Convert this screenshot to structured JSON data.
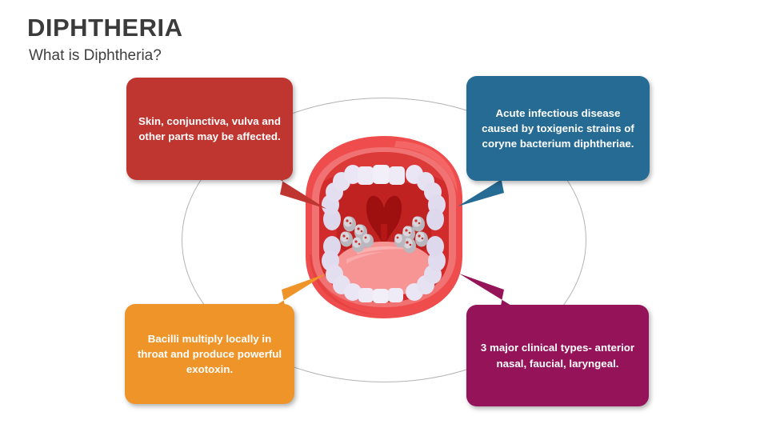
{
  "slide": {
    "title": "DIPHTHERIA",
    "subtitle": "What is Diphtheria?",
    "background_color": "#ffffff",
    "title_color": "#3b3b3b"
  },
  "diagram": {
    "center_graphic": "open-mouth-throat-illustration",
    "center_graphic_parts": [
      "lips",
      "upper-teeth",
      "lower-teeth",
      "tongue",
      "uvula",
      "throat",
      "bacteria-cluster-left",
      "bacteria-cluster-right"
    ],
    "background_shape": "ellipse-outline",
    "background_shape_color": "#b3b3b3",
    "callouts": [
      {
        "id": "skin",
        "text": "Skin, conjunctiva, vulva and other parts may be affected.",
        "color": "#BF3530",
        "position": "top-left",
        "tail_direction": "down-right"
      },
      {
        "id": "acute",
        "text": "Acute infectious disease caused by toxigenic strains of coryne bacterium diphtheriae.",
        "color": "#256B94",
        "position": "top-right",
        "tail_direction": "down-left"
      },
      {
        "id": "bacilli",
        "text": "Bacilli multiply locally in throat and produce powerful exotoxin.",
        "color": "#EF9429",
        "position": "bottom-left",
        "tail_direction": "up-right"
      },
      {
        "id": "types",
        "text": "3 major clinical types- anterior nasal, faucial, laryngeal.",
        "color": "#951359",
        "position": "bottom-right",
        "tail_direction": "up-left"
      }
    ]
  },
  "palette": {
    "lip_outer": "#ef4d4d",
    "lip_inner": "#f07272",
    "mouth_cavity": "#d12b2b",
    "throat_dark": "#b51616",
    "tongue": "#f79494",
    "tooth": "#e6e2f2",
    "bacteria": "#b9b7bd"
  }
}
